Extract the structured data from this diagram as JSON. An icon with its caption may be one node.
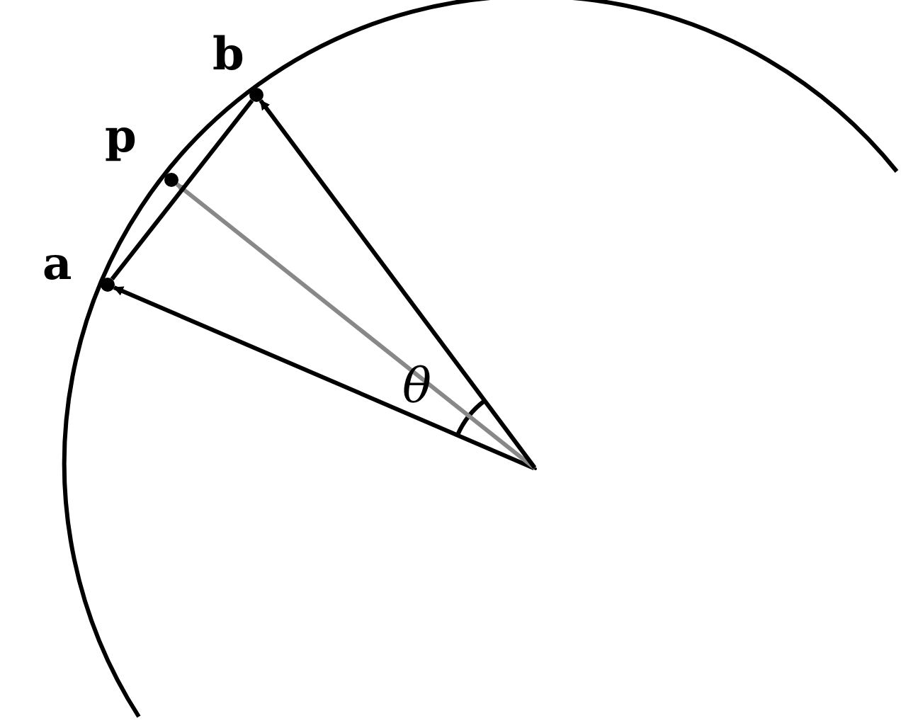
{
  "diagram": {
    "nodes": [
      {
        "text": [],
        "shape": "point"
      },
      {
        "text": [],
        "shape": "circle",
        "beside": [
          "a"
        ]
      },
      {
        "text": [],
        "shape": "circle",
        "beside": [
          "p"
        ]
      },
      {
        "text": [],
        "shape": "circle",
        "beside": [
          "b"
        ]
      }
    ],
    "edges": [
      {
        "from": 0,
        "to": 1,
        "arrow": "to"
      },
      {
        "from": 0,
        "to": 2,
        "arrow": "to",
        "color": "#888888"
      },
      {
        "from": 0,
        "to": 3,
        "arrow": "to"
      },
      {
        "from": 1,
        "to": 3,
        "arrow": "none"
      }
    ],
    "labels": [
      "θ"
    ]
  }
}
